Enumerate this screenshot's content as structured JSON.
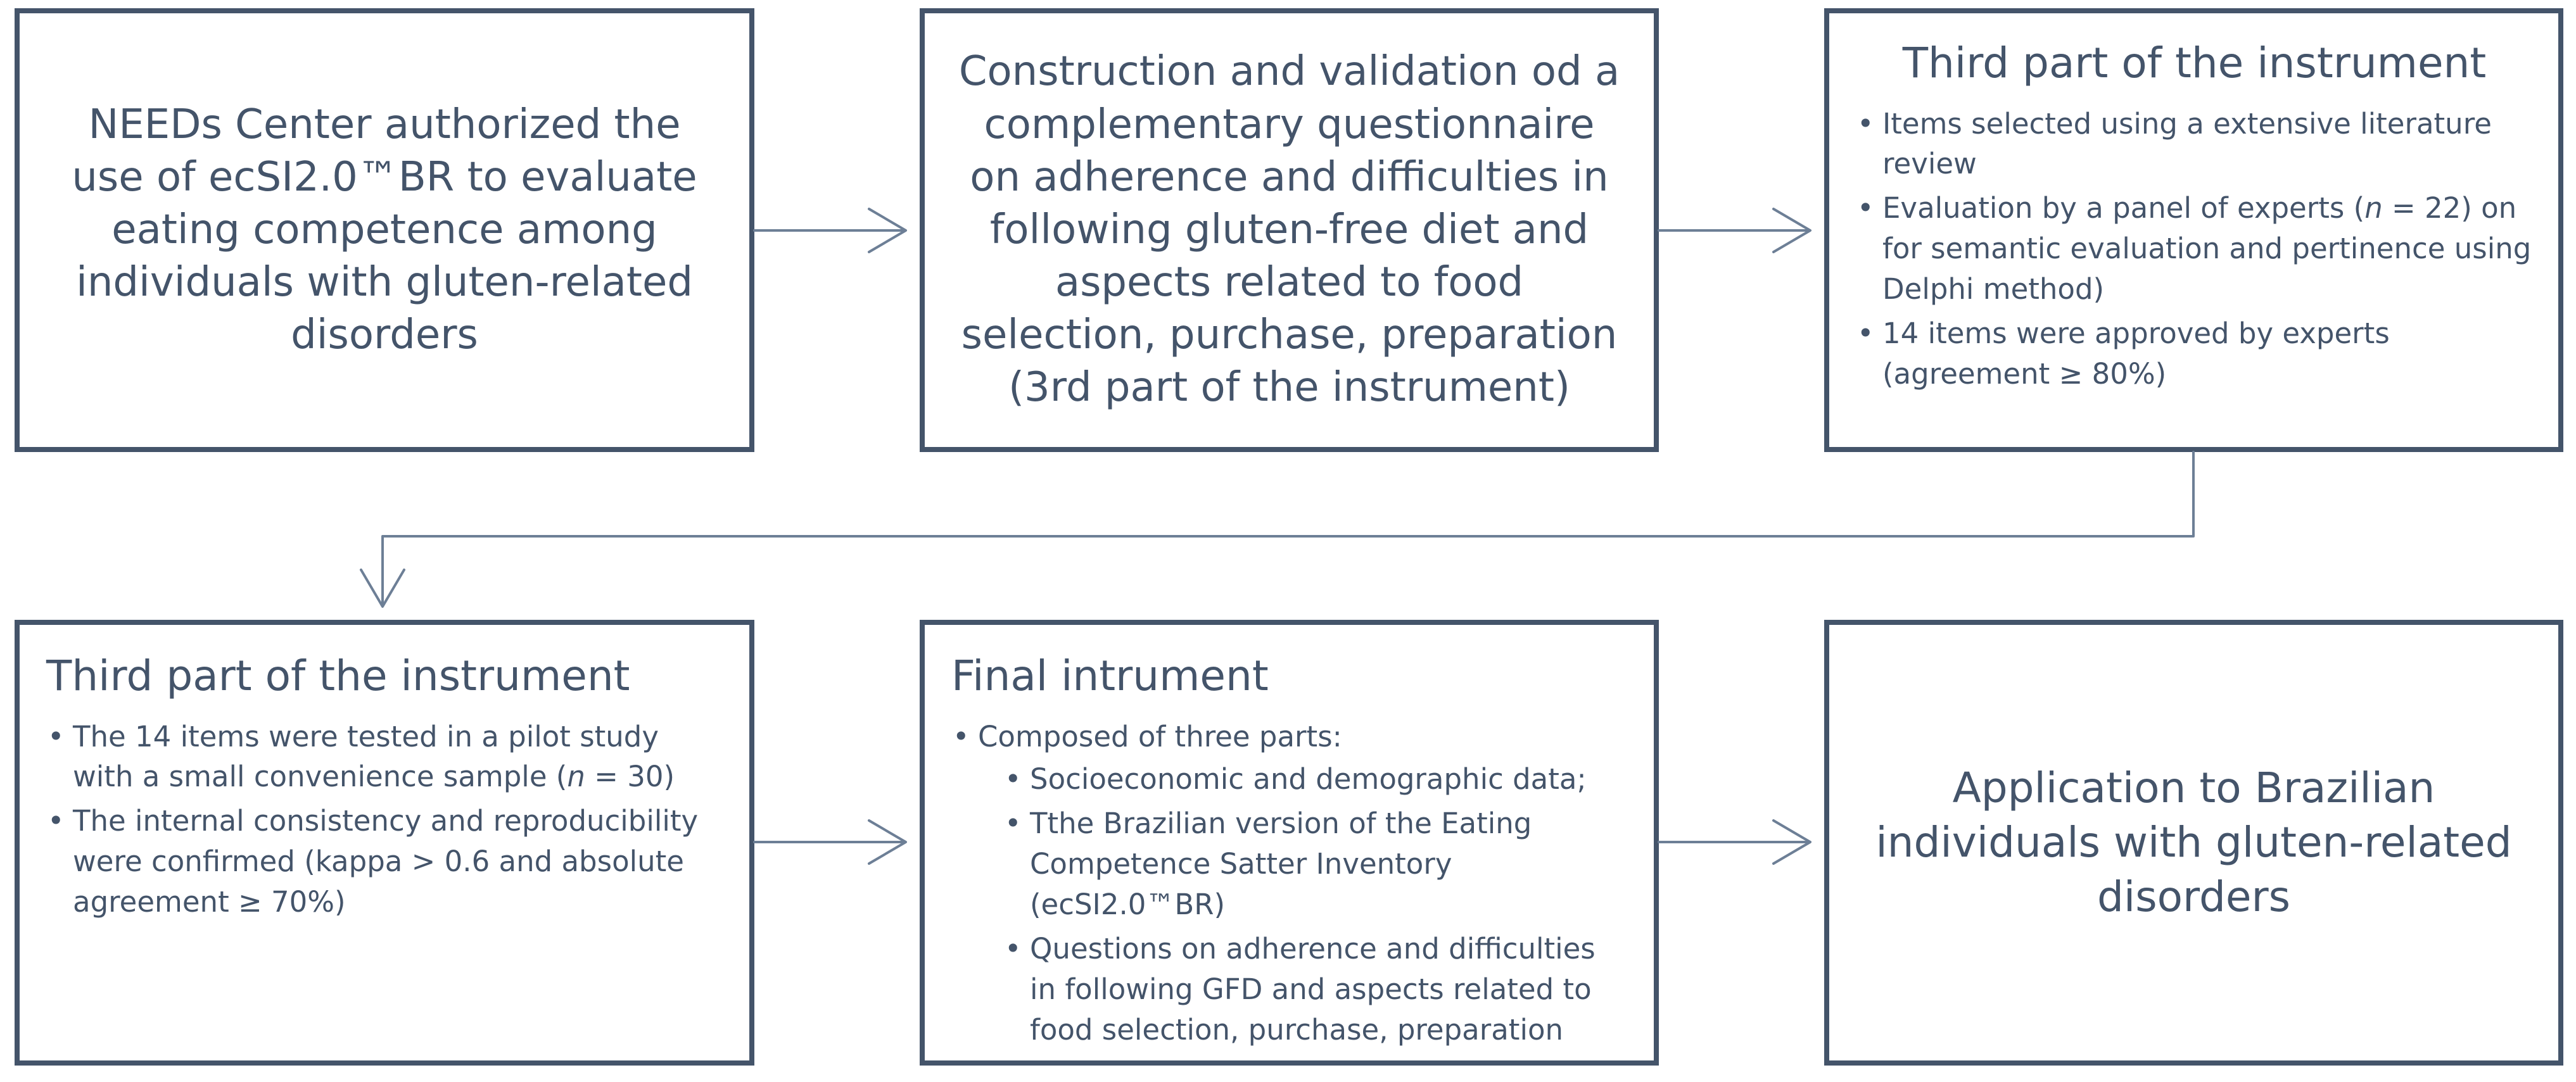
{
  "boxes": {
    "needs_center": {
      "text": "NEEDs Center authorized the use of ecSI2.0™BR to evaluate eating competence among individuals with gluten-related disorders"
    },
    "construction": {
      "text": "Construction and validation od a complementary questionnaire on adherence and difficulties in following gluten-free diet and aspects related to food selection, purchase, preparation (3rd part of the instrument)"
    },
    "third_part_top": {
      "title": "Third part of the instrument",
      "item1": "Items selected using a extensive literature review",
      "item2_a": "Evaluation by a panel of experts (",
      "item2_n": "n",
      "item2_b": " = 22) on for semantic evaluation and pertinence using Delphi method)",
      "item3": "14 items were approved by experts (agreement ≥ 80%)"
    },
    "third_part_bottom": {
      "title": "Third part of the instrument",
      "item1_a": "The 14 items were tested in a pilot study with a small convenience sample (",
      "item1_n": "n",
      "item1_b": " = 30)",
      "item2": "The internal consistency and reproducibility were confirmed (kappa > 0.6 and absolute agreement ≥ 70%)"
    },
    "final_instrument": {
      "title": "Final intrument",
      "item1": "Composed of three parts:",
      "sub1": "Socioeconomic and demographic data;",
      "sub2": "Tthe Brazilian version of the Eating Competence Satter Inventory (ecSI2.0™BR)",
      "sub3": "Questions on adherence and difficulties in following GFD and aspects related to food selection, purchase, preparation"
    },
    "application": {
      "text": "Application to Brazilian individuals with gluten-related disorders"
    }
  },
  "colors": {
    "border": "#44546a",
    "text": "#44546a",
    "arrow": "#6d7f96"
  },
  "icons": [
    "arrow-right",
    "arrow-down"
  ]
}
